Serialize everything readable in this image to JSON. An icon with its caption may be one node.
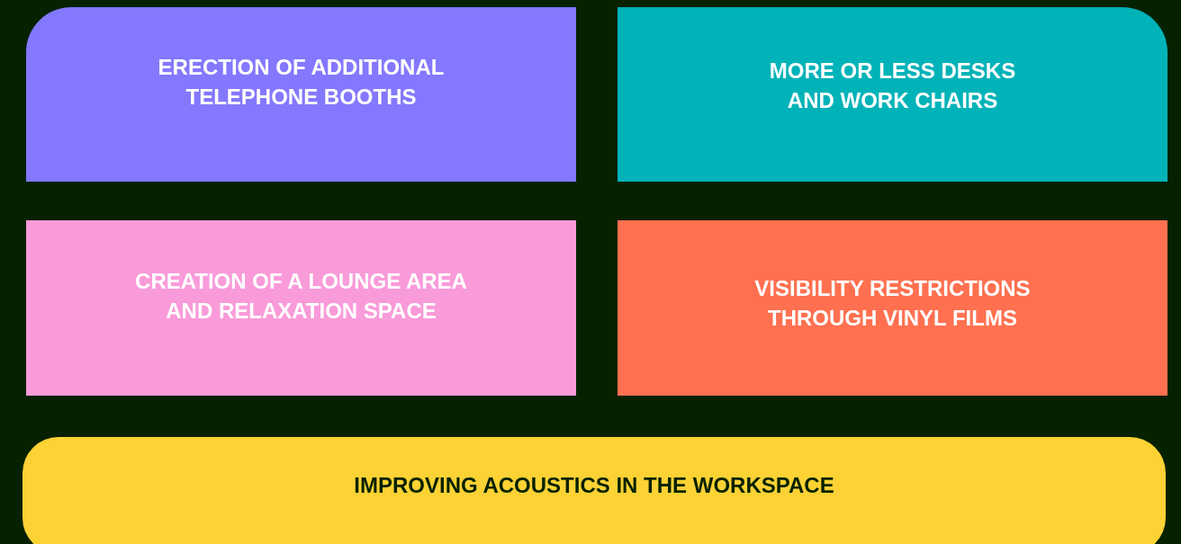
{
  "diagram": {
    "nodes": [
      {
        "text": [
          "ERECTION OF ADDITIONAL TELEPHONE BOOTHS"
        ]
      },
      {
        "text": [
          "MORE OR LESS DESKS AND WORK CHAIRS"
        ]
      },
      {
        "text": [
          "CREATION OF A LOUNGE AREA AND RELAXATION SPACE"
        ]
      },
      {
        "text": [
          "VISIBILITY RESTRICTIONS THROUGH VINYL FILMS"
        ]
      },
      {
        "text": [
          "IMPROVING ACOUSTICS IN THE WORKSPACE"
        ]
      }
    ]
  }
}
